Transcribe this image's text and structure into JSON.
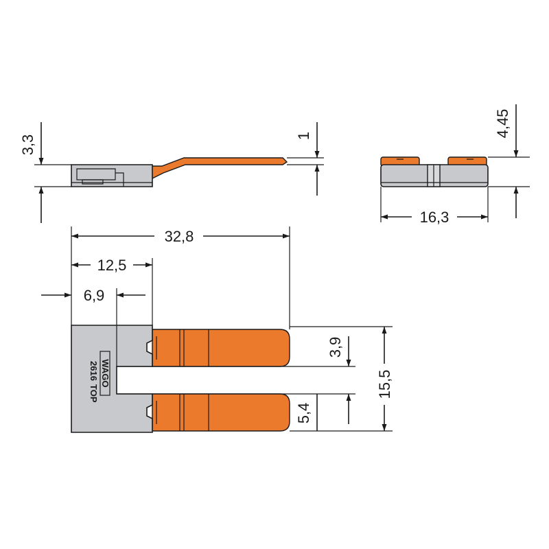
{
  "dimensions": {
    "height_left": "3,3",
    "tab_thickness": "1",
    "height_right": "4,45",
    "width_side": "16,3",
    "total_length": "32,8",
    "housing_length": "12,5",
    "slot_depth": "6,9",
    "top_offset": "3,9",
    "bottom_offset": "5,4",
    "total_width": "15,5"
  },
  "marking": {
    "brand": "WAGO",
    "line1": "2616",
    "line2": "TOP"
  },
  "colors": {
    "housing": "#c8c9cc",
    "contact": "#ec7a2c",
    "line": "#1a1a1a"
  }
}
